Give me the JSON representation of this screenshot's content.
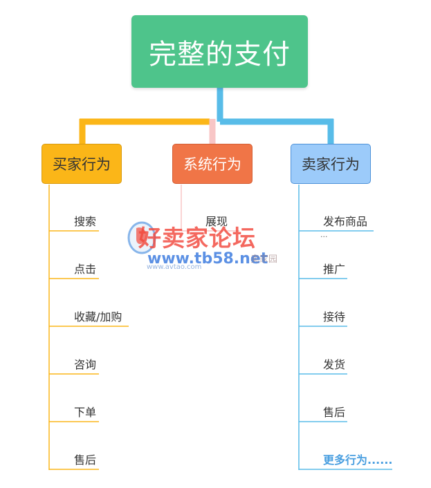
{
  "root": {
    "label": "完整的支付"
  },
  "categories": {
    "buyer": {
      "label": "买家行为",
      "items": [
        "搜索",
        "点击",
        "收藏/加购",
        "咨询",
        "下单",
        "售后"
      ]
    },
    "system": {
      "label": "系统行为",
      "items": [
        "展现"
      ]
    },
    "seller": {
      "label": "卖家行为",
      "items": [
        "发布商品",
        "推广",
        "接待",
        "发货",
        "售后",
        "更多行为......"
      ],
      "ellipsis": "..."
    }
  },
  "colors": {
    "root": "#4ec48b",
    "buyer": "#fbb618",
    "system": "#f07547",
    "seller": "#9ccbfa",
    "connector_seller": "#58bce8",
    "connector_system": "#f8c6c6",
    "more_link": "#4a9fe0"
  },
  "watermark": {
    "title": "好卖家论坛",
    "url": "www.tb58.net",
    "small": "www.avtao.com",
    "extra": "卖家园"
  }
}
